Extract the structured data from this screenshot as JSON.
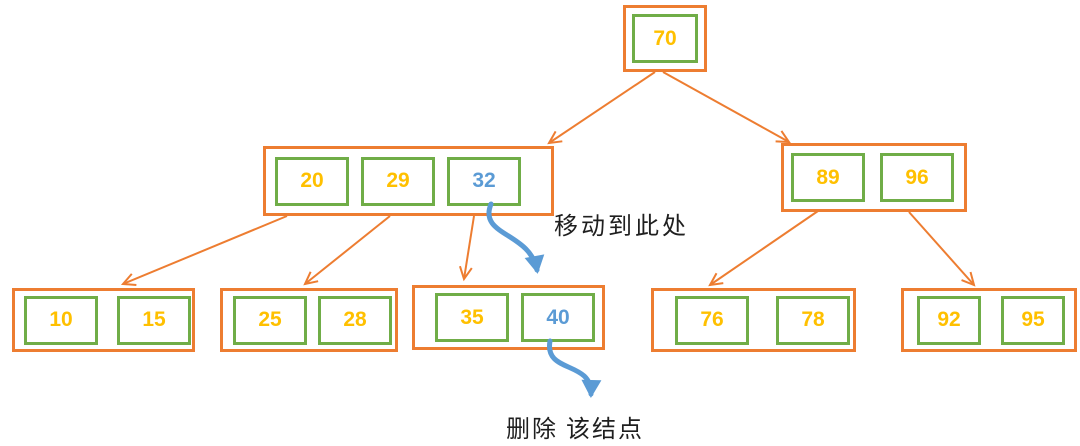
{
  "diagram": {
    "kind": "b-tree-delete-illustration",
    "nodes": {
      "root": {
        "keys": [
          "70"
        ]
      },
      "l2_left": {
        "keys": [
          "20",
          "29",
          "32"
        ],
        "highlighted_key": "32"
      },
      "l2_right": {
        "keys": [
          "89",
          "96"
        ]
      },
      "leaf1": {
        "keys": [
          "10",
          "15"
        ]
      },
      "leaf2": {
        "keys": [
          "25",
          "28"
        ]
      },
      "leaf3": {
        "keys": [
          "35",
          "40"
        ],
        "highlighted_key": "40"
      },
      "leaf4": {
        "keys": [
          "76",
          "78"
        ]
      },
      "leaf5": {
        "keys": [
          "92",
          "95"
        ]
      }
    },
    "annotations": {
      "move_label": "移动到此处",
      "delete_label": "删除 该结点"
    },
    "colors": {
      "node_border": "#ED7D31",
      "key_border": "#70AD47",
      "key_text": "#FFC000",
      "highlight_text": "#5B9BD5",
      "tree_edge": "#ED7D31",
      "annotation_arrow": "#5B9BD5",
      "annotation_text": "#1f1f1f"
    }
  }
}
